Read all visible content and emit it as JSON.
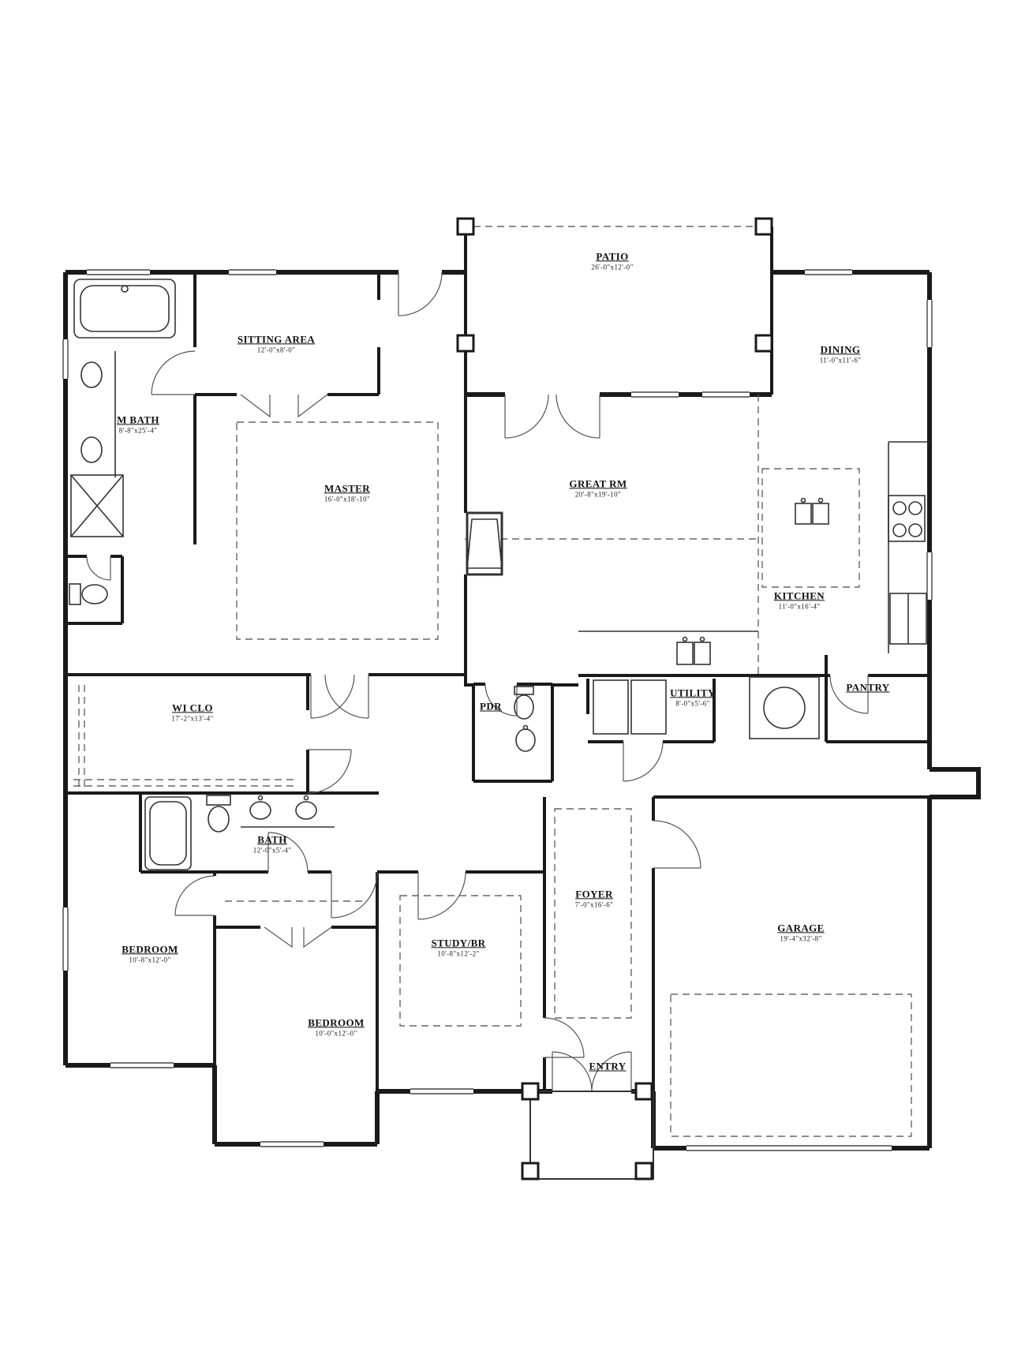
{
  "drawing": {
    "type": "residential-floor-plan",
    "wall_color": "#1a1a1a",
    "line_color": "#444444",
    "dash_color": "#666666",
    "background": "#ffffff"
  },
  "rooms": [
    {
      "id": "patio",
      "name": "PATIO",
      "dim": "26'-0\"x12'-0\""
    },
    {
      "id": "sitting-area",
      "name": "SITTING AREA",
      "dim": "12'-0\"x8'-0\""
    },
    {
      "id": "dining",
      "name": "DINING",
      "dim": "11'-0\"x11'-6\""
    },
    {
      "id": "m-bath",
      "name": "M BATH",
      "dim": "8'-8\"x25'-4\""
    },
    {
      "id": "master",
      "name": "MASTER",
      "dim": "16'-0\"x18'-10\""
    },
    {
      "id": "great-rm",
      "name": "GREAT RM",
      "dim": "20'-8\"x19'-10\""
    },
    {
      "id": "kitchen",
      "name": "KITCHEN",
      "dim": "11'-0\"x16'-4\""
    },
    {
      "id": "pantry",
      "name": "PANTRY",
      "dim": ""
    },
    {
      "id": "utility",
      "name": "UTILITY",
      "dim": "8'-0\"x5'-6\""
    },
    {
      "id": "wi-clo",
      "name": "WI CLO",
      "dim": "17'-2\"x13'-4\""
    },
    {
      "id": "pdr",
      "name": "PDR",
      "dim": ""
    },
    {
      "id": "bath",
      "name": "BATH",
      "dim": "12'-0\"x5'-4\""
    },
    {
      "id": "foyer",
      "name": "FOYER",
      "dim": "7'-0\"x16'-6\""
    },
    {
      "id": "bedroom-left",
      "name": "BEDROOM",
      "dim": "10'-8\"x12'-0\""
    },
    {
      "id": "study-br",
      "name": "STUDY/BR",
      "dim": "10'-8\"x12'-2\""
    },
    {
      "id": "bedroom-2",
      "name": "BEDROOM",
      "dim": "10'-0\"x12'-0\""
    },
    {
      "id": "garage",
      "name": "GARAGE",
      "dim": "19'-4\"x32'-8\""
    },
    {
      "id": "entry",
      "name": "ENTRY",
      "dim": ""
    }
  ]
}
